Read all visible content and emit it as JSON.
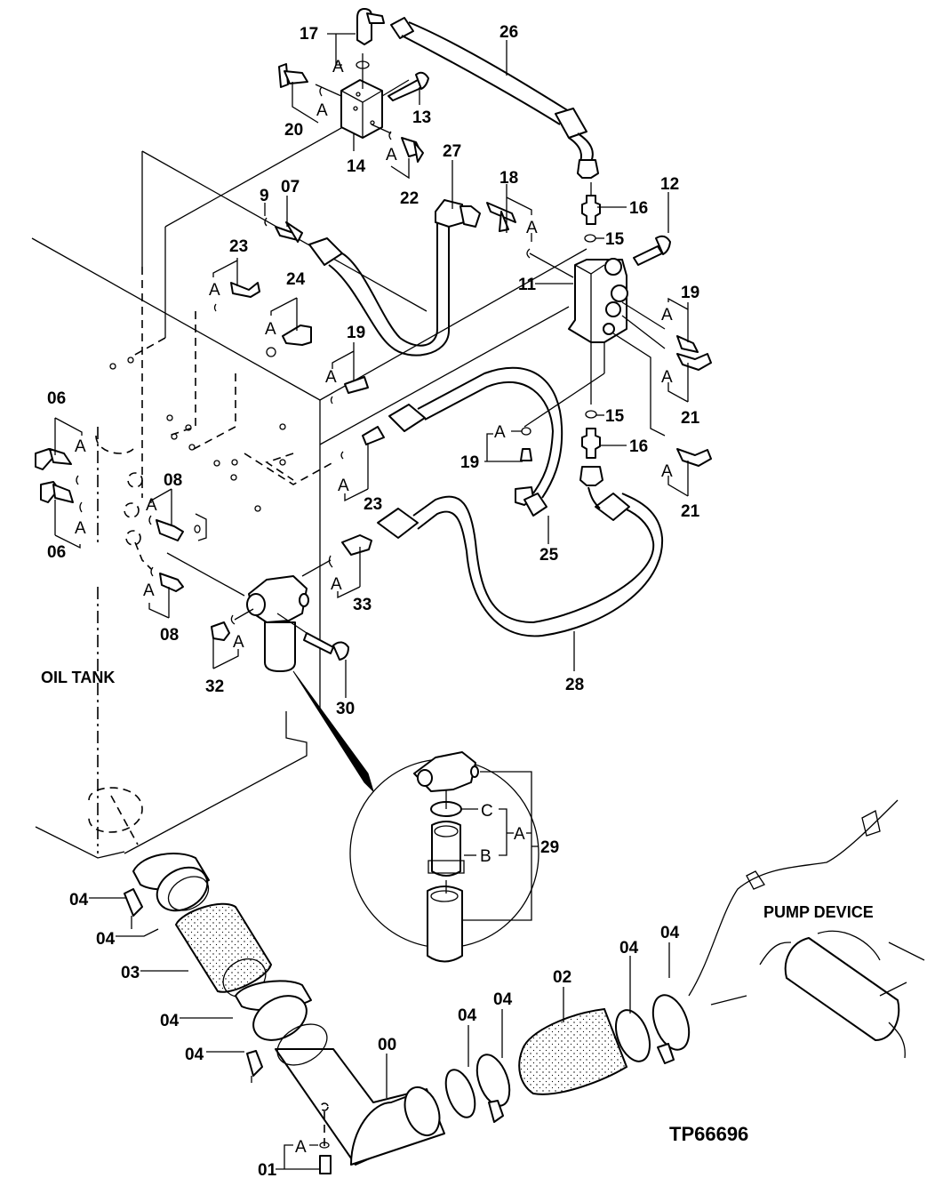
{
  "figure": {
    "id": "TP66696",
    "callouts": {
      "oil_tank": "OIL TANK",
      "pump_device": "PUMP DEVICE"
    }
  },
  "parts": {
    "p00": "00",
    "p01": "01",
    "p02": "02",
    "p03": "03",
    "p04": "04",
    "p06": "06",
    "p07": "07",
    "p08": "08",
    "p09": "9",
    "p11": "11",
    "p12": "12",
    "p13": "13",
    "p14": "14",
    "p15": "15",
    "p16": "16",
    "p17": "17",
    "p18": "18",
    "p19": "19",
    "p20": "20",
    "p21": "21",
    "p22": "22",
    "p23": "23",
    "p24": "24",
    "p25": "25",
    "p26": "26",
    "p27": "27",
    "p28": "28",
    "p29": "29",
    "p30": "30",
    "p32": "32",
    "p33": "33"
  },
  "subassembly_letters": {
    "a": "A",
    "b": "B",
    "c": "C"
  }
}
